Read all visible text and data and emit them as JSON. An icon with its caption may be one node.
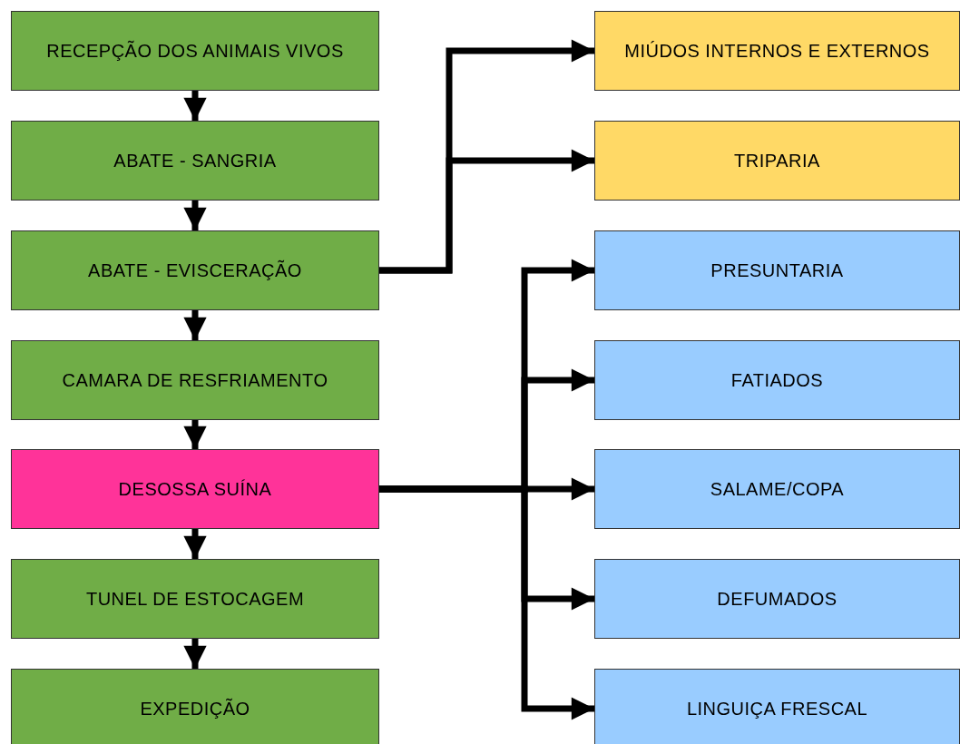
{
  "diagram": {
    "nodes": [
      {
        "text": [
          "RECEPÇÃO DOS ANIMAIS VIVOS"
        ]
      },
      {
        "text": [
          "ABATE - SANGRIA"
        ]
      },
      {
        "text": [
          "ABATE - EVISCERAÇÃO"
        ]
      },
      {
        "text": [
          "CAMARA DE RESFRIAMENTO"
        ]
      },
      {
        "text": [
          "DESOSSA SUÍNA"
        ]
      },
      {
        "text": [
          "TUNEL DE ESTOCAGEM"
        ]
      },
      {
        "text": [
          "EXPEDIÇÃO"
        ]
      },
      {
        "text": [
          "MIÚDOS INTERNOS E EXTERNOS"
        ]
      },
      {
        "text": [
          "TRIPARIA"
        ]
      },
      {
        "text": [
          "PRESUNTARIA"
        ]
      },
      {
        "text": [
          "FATIADOS"
        ]
      },
      {
        "text": [
          "SALAME/COPA"
        ]
      },
      {
        "text": [
          "DEFUMADOS"
        ]
      },
      {
        "text": [
          "LINGUIÇA FRESCAL"
        ]
      }
    ],
    "edges": [
      {
        "from": 0,
        "to": 1,
        "arrow": "to"
      },
      {
        "from": 1,
        "to": 2,
        "arrow": "to"
      },
      {
        "from": 2,
        "to": 3,
        "arrow": "to"
      },
      {
        "from": 3,
        "to": 4,
        "arrow": "to"
      },
      {
        "from": 4,
        "to": 5,
        "arrow": "to"
      },
      {
        "from": 5,
        "to": 6,
        "arrow": "to"
      },
      {
        "from": 2,
        "to": 7,
        "arrow": "to"
      },
      {
        "from": 2,
        "to": 8,
        "arrow": "to"
      },
      {
        "from": 4,
        "to": 9,
        "arrow": "to"
      },
      {
        "from": 4,
        "to": 10,
        "arrow": "to"
      },
      {
        "from": 4,
        "to": 11,
        "arrow": "to"
      },
      {
        "from": 4,
        "to": 12,
        "arrow": "to"
      },
      {
        "from": 4,
        "to": 13,
        "arrow": "to"
      }
    ]
  }
}
